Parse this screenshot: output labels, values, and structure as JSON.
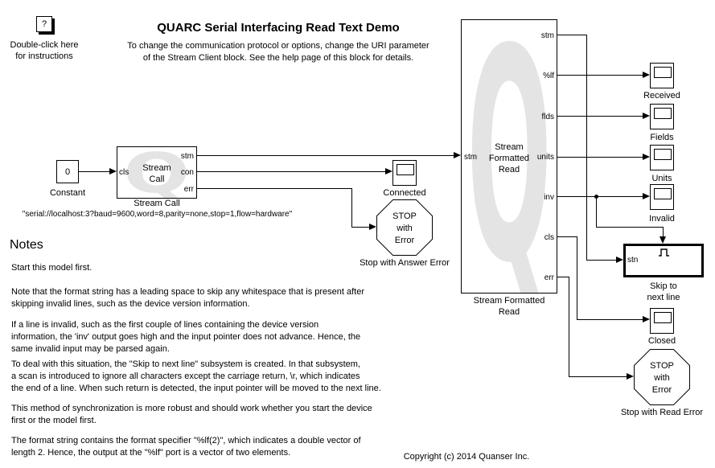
{
  "header": {
    "title": "QUARC Serial Interfacing Read Text Demo",
    "subtitle": "To change the communication protocol or options, change the URI parameter\nof the Stream Client block. See the help page of this block for details."
  },
  "instructions": {
    "button_label": "?",
    "caption": "Double-click here\nfor instructions"
  },
  "blocks": {
    "constant": {
      "value": "0",
      "label": "Constant"
    },
    "stream_call": {
      "title": "Stream\nCall",
      "label": "Stream Call",
      "uri": "\"serial://localhost:3?baud=9600,word=8,parity=none,stop=1,flow=hardware\"",
      "input_port": "cls",
      "output_ports": [
        "stm",
        "con",
        "err"
      ]
    },
    "connected_scope": {
      "label": "Connected"
    },
    "stop_answer": {
      "text": "STOP\nwith\nError",
      "label": "Stop with Answer Error"
    },
    "stream_formatted_read": {
      "title": "Stream\nFormatted\nRead",
      "label": "Stream Formatted\nRead",
      "input_port": "stm",
      "output_ports": [
        "stm",
        "%lf",
        "flds",
        "units",
        "inv",
        "cls",
        "err"
      ]
    },
    "received_scope": {
      "label": "Received"
    },
    "fields_scope": {
      "label": "Fields"
    },
    "units_scope": {
      "label": "Units"
    },
    "invalid_scope": {
      "label": "Invalid"
    },
    "skip_subsystem": {
      "input_port": "stn",
      "label": "Skip to\nnext line"
    },
    "closed_scope": {
      "label": "Closed"
    },
    "stop_read": {
      "text": "STOP\nwith\nError",
      "label": "Stop with Read Error"
    }
  },
  "notes": {
    "heading": "Notes",
    "paragraphs": [
      "Start this model first.",
      "Note that the format string has a leading space to skip any whitespace that is present after\nskipping invalid lines, such as the device version information.",
      "If a line is invalid, such as the first couple of lines containing the device version\ninformation, the 'inv' output goes high and the input pointer does not advance. Hence, the\nsame invalid input may be parsed again.",
      "To deal with this situation, the \"Skip to next line\" subsystem is created. In that subsystem,\na scan is introduced to ignore all characters except the carriage return, \\r, which indicates\nthe end of a line. When such return is detected, the input pointer will be moved to the next line.",
      "This method of synchronization is more robust and should work whether you start the device\nfirst or the model first.",
      "The format string contains the format specifier \"%lf(2)\", which indicates a double vector of\nlength 2. Hence, the output at the \"%lf\" port is a vector of two elements."
    ]
  },
  "footer": {
    "copyright": "Copyright (c) 2014 Quanser Inc."
  },
  "colors": {
    "line": "#000000",
    "watermark": "#e4e4e4"
  }
}
